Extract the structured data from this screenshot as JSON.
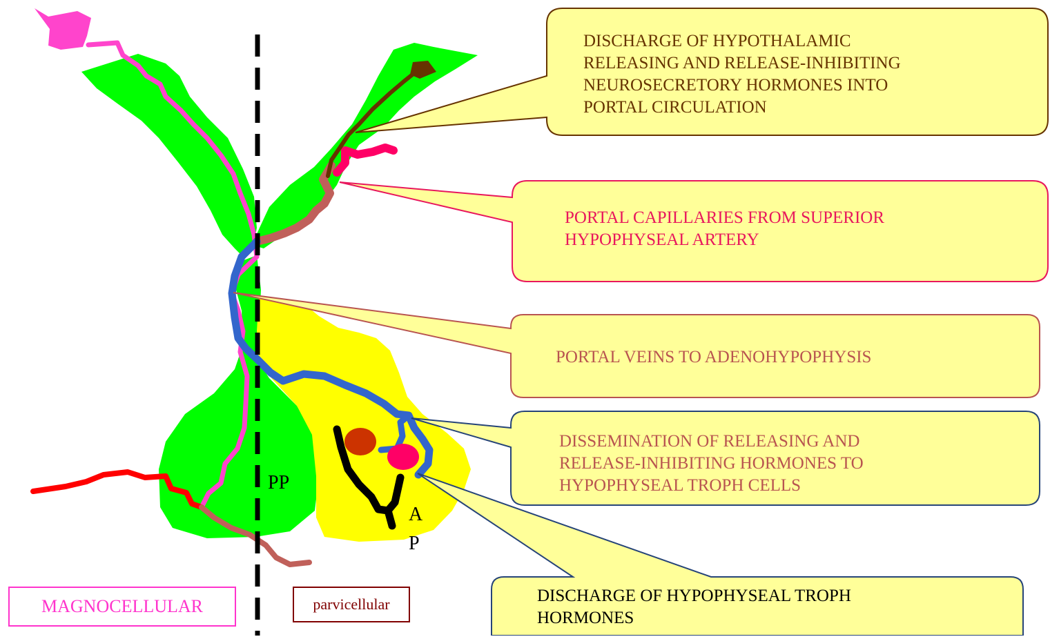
{
  "callouts": {
    "hypothalamic_discharge": {
      "text": "DISCHARGE OF HYPOTHALAMIC\nRELEASING AND RELEASE-INHIBITING\nNEUROSECRETORY HORMONES INTO\nPORTAL CIRCULATION",
      "color": "#663300"
    },
    "portal_capillaries": {
      "text": "PORTAL CAPILLARIES FROM SUPERIOR\nHYPOPHYSEAL ARTERY",
      "color": "#e8175d"
    },
    "portal_veins": {
      "text": "PORTAL VEINS TO ADENOHYPOPHYSIS",
      "color": "#b85450"
    },
    "dissemination": {
      "text": "DISSEMINATION OF RELEASING AND\nRELEASE-INHIBITING HORMONES TO\nHYPOPHYSEAL TROPH CELLS",
      "color": "#b85450"
    },
    "troph_discharge": {
      "text": "DISCHARGE OF HYPOPHYSEAL TROPH\nHORMONES",
      "color": "#000000"
    }
  },
  "labels": {
    "pp": "PP",
    "ap_a": "A",
    "ap_p": "P",
    "magnocellular": "MAGNOCELLULAR",
    "parvicellular": "parvicellular"
  },
  "colors": {
    "callout_fill": "#ffff99",
    "tissue_green": "#00ff00",
    "tissue_yellow": "#ffff00",
    "magno_pink": "#ff44cc",
    "portal_blue": "#3366cc",
    "capillary_brown": "#c0605a",
    "artery_red": "#ff0000",
    "neuron_brown": "#663300",
    "hot_pink": "#ff0066",
    "trop_cell_orange": "#cc3300",
    "magno_label": "#ff33cc",
    "parvi_label": "#800000"
  }
}
